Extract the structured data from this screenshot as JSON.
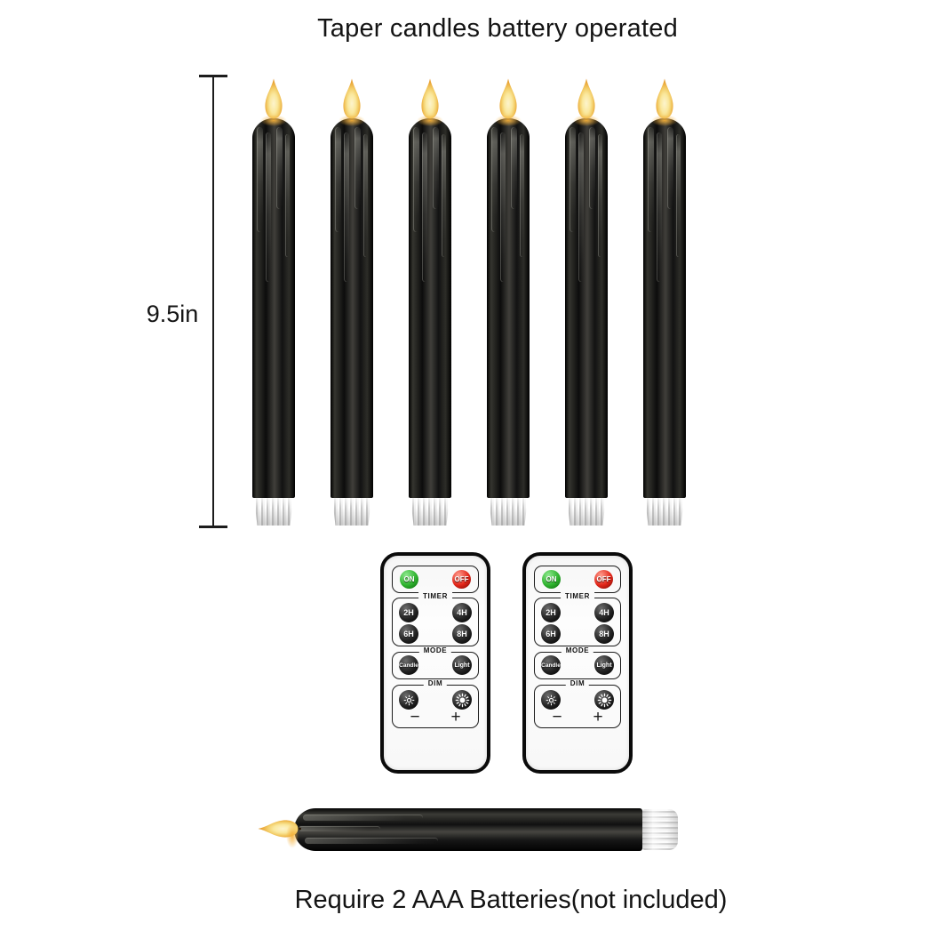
{
  "page": {
    "title": "Taper candles battery operated",
    "footer_note": "Require 2 AAA Batteries(not included)"
  },
  "measurement": {
    "height_label": "9.5in"
  },
  "product": {
    "candle_count": 6,
    "candle_color": "#0c0c0c",
    "candle_base_color": "#f0f0f0",
    "flame_core_color": "#fbeeb4",
    "flame_edge_color": "#e0901f"
  },
  "remote": {
    "on_label": "ON",
    "off_label": "OFF",
    "timer_label": "TIMER",
    "timer_buttons": [
      "2H",
      "4H",
      "6H",
      "8H"
    ],
    "mode_label": "MODE",
    "mode_buttons": [
      "Candle",
      "Light"
    ],
    "dim_label": "DIM",
    "dim_minus": "−",
    "dim_plus": "+",
    "on_color": "#2fb32f",
    "off_color": "#e32619",
    "button_color": "#1a1a1a"
  }
}
